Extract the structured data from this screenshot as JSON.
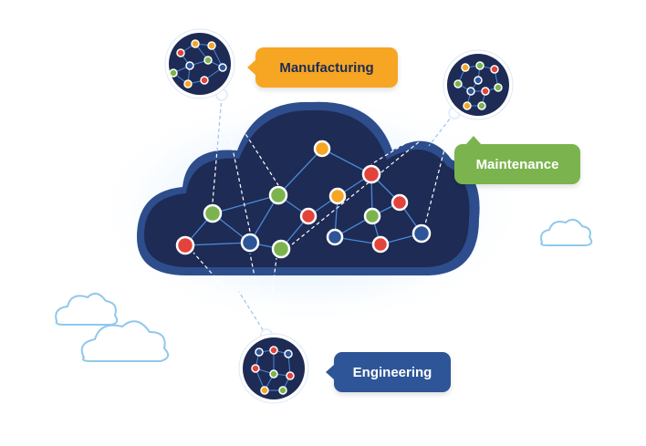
{
  "labels": {
    "manufacturing": "Manufacturing",
    "maintenance": "Maintenance",
    "engineering": "Engineering"
  },
  "colors": {
    "cloud_fill": "#1d2b55",
    "cloud_border": "#2e4d8c",
    "network_line": "#4a89d6",
    "node_green": "#7bb44e",
    "node_red": "#e2433b",
    "node_orange": "#f6a623",
    "node_blue": "#2e5597",
    "manufacturing": "#f6a623",
    "maintenance": "#7bb44e",
    "engineering": "#2e5597",
    "small_cloud_outline": "#8fc8ec"
  },
  "icons": [
    "network-cloud-icon",
    "network-globe-icon",
    "cloud-outline-icon",
    "node-icon"
  ]
}
